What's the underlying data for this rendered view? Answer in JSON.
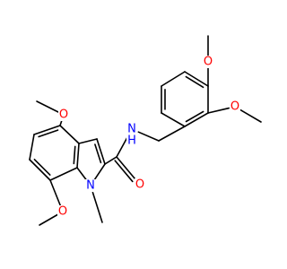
{
  "molecule": {
    "atoms": [
      {
        "id": "O_methoxy_top",
        "symbol": "O",
        "color": "#ff0000"
      },
      {
        "id": "O_methoxy_right",
        "symbol": "O",
        "color": "#ff0000"
      },
      {
        "id": "N_amide",
        "symbol": "N",
        "color": "#0000ff"
      },
      {
        "id": "H_amide",
        "symbol": "H",
        "color": "#0000ff"
      },
      {
        "id": "O_methoxy_left_upper",
        "symbol": "O",
        "color": "#ff0000"
      },
      {
        "id": "O_carbonyl",
        "symbol": "O",
        "color": "#ff0000"
      },
      {
        "id": "N_indole",
        "symbol": "N",
        "color": "#0000ff"
      },
      {
        "id": "O_methoxy_left_lower",
        "symbol": "O",
        "color": "#ff0000"
      }
    ],
    "bond_color": "#000000"
  }
}
